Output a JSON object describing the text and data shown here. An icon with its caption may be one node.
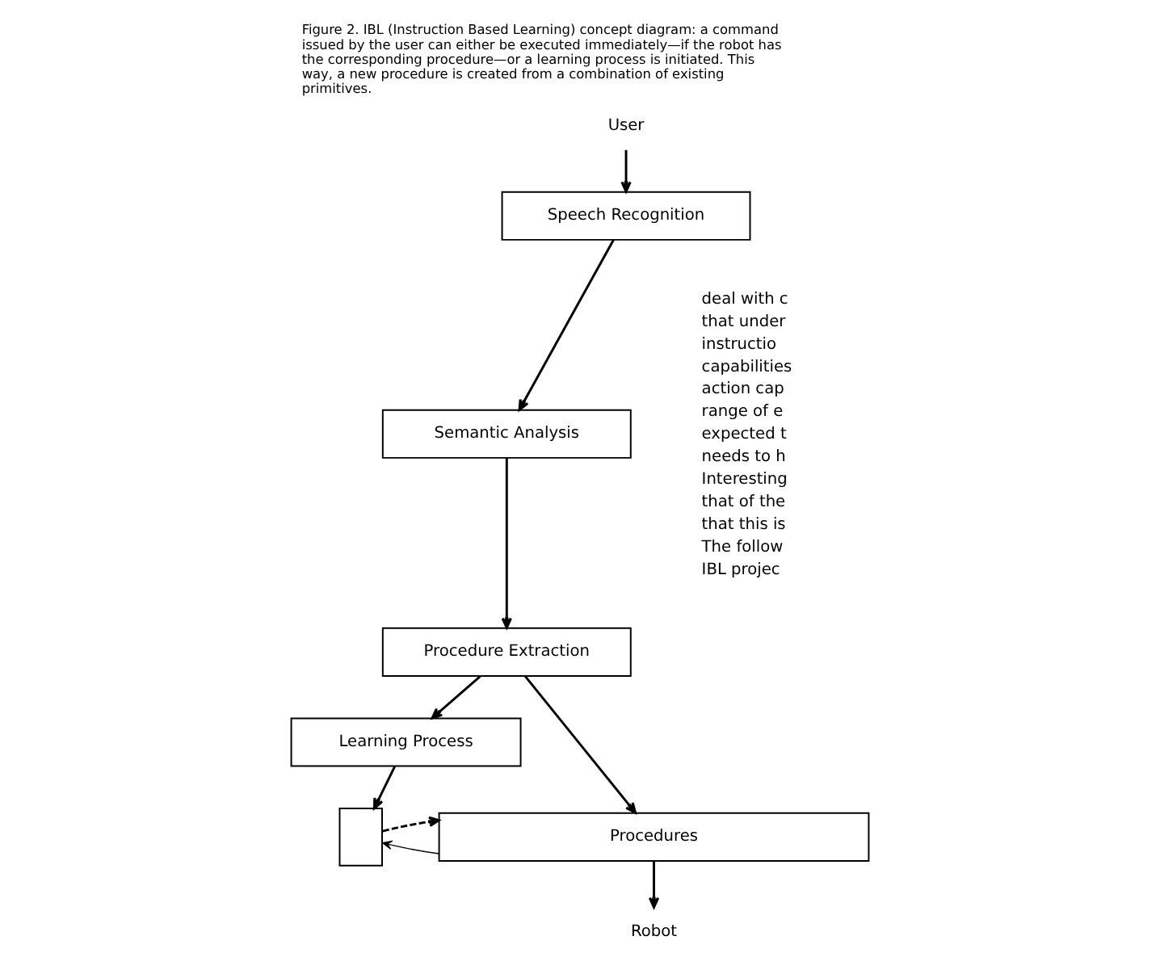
{
  "diagram": {
    "caption": "Figure 2. IBL (Instruction Based Learning) concept diagram: a command issued by the user can either be executed immediately—if the robot has the corresponding procedure—or a learning process is initiated. This way, a new procedure is created from a combination of existing primitives.",
    "nodes": [
      {
        "text": [
          "User"
        ]
      },
      {
        "text": [
          "Speech Recognition"
        ]
      },
      {
        "text": [
          "Semantic Analysis"
        ]
      },
      {
        "text": [
          "Procedure Extraction"
        ]
      },
      {
        "text": [
          "Learning Process"
        ]
      },
      {
        "text": [
          "Procedures"
        ]
      },
      {
        "text": [],
        "shape": "box"
      },
      {
        "text": [
          "Robot"
        ]
      }
    ],
    "edges": [
      {
        "from": 0,
        "to": 1,
        "arrow": "to"
      },
      {
        "from": 1,
        "to": 2,
        "arrow": "to"
      },
      {
        "from": 2,
        "to": 3,
        "arrow": "to"
      },
      {
        "from": 3,
        "to": 5,
        "arrow": "to"
      },
      {
        "from": 3,
        "to": 4,
        "arrow": "to"
      },
      {
        "from": 4,
        "to": 6,
        "arrow": "to"
      },
      {
        "from": 5,
        "to": 6,
        "arrow": "to"
      },
      {
        "from": 6,
        "to": 5,
        "arrow": "to",
        "style": "dashed"
      },
      {
        "from": 5,
        "to": 7,
        "arrow": "to"
      }
    ],
    "labels": [
      "deal with c",
      "that under",
      "instructio",
      "capabilities",
      "action cap",
      "range of e",
      "expected t",
      "needs to h",
      "Interesting",
      "that of the",
      "that this is",
      "The follow",
      "IBL projec"
    ]
  }
}
